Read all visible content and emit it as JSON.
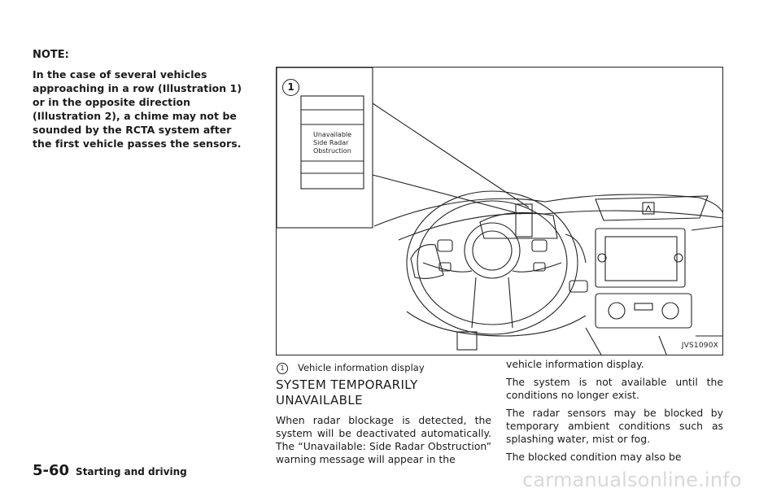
{
  "note": {
    "heading": "NOTE:",
    "body": "In the case of several vehicles approaching in a row (Illustration 1) or in the opposite direction (Illustration 2), a chime may not be sounded by the RCTA system after the first vehicle passes the sensors."
  },
  "figure": {
    "callout": "1",
    "display_lines": [
      "Unavailable",
      "Side Radar",
      "Obstruction"
    ],
    "code": "JVS1090X"
  },
  "caption": {
    "num": "1",
    "text": "Vehicle information display"
  },
  "section": {
    "heading": "SYSTEM TEMPORARILY UNAVAILABLE",
    "para1": "When radar blockage is detected, the system will be deactivated automatically. The “Unavailable: Side Radar Obstruction” warning message will appear in the",
    "para1_cont": "vehicle information display.",
    "para2": "The system is not available until the conditions no longer exist.",
    "para3": "The radar sensors may be blocked by temporary ambient conditions such as splashing water, mist or fog.",
    "para4": "The blocked condition may also be"
  },
  "footer": {
    "page": "5-60",
    "chapter": "Starting and driving"
  },
  "watermark": "carmanualsonline.info"
}
